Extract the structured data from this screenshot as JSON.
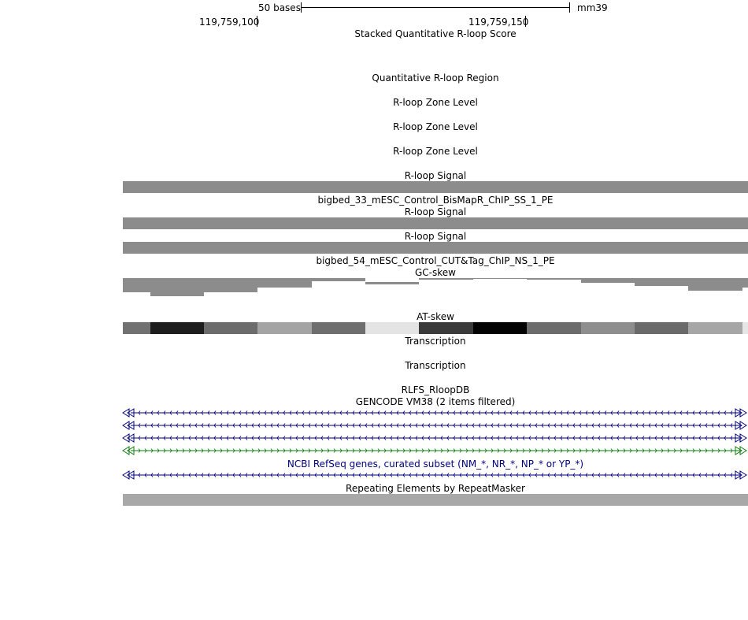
{
  "ruler": {
    "scale_label": "50 bases",
    "assembly": "mm39",
    "pos_left": "119,759,100",
    "pos_right": "119,759,150"
  },
  "tracks": {
    "stacked_qrloop": "Stacked Quantitative R-loop Score",
    "qrloop_region": "Quantitative R-loop Region",
    "zone_level_1": "R-loop Zone Level",
    "zone_level_2": "R-loop Zone Level",
    "zone_level_3": "R-loop Zone Level",
    "signal_1": "R-loop Signal",
    "bigbed_33": "bigbed_33_mESC_Control_BisMapR_ChIP_SS_1_PE",
    "signal_2": "R-loop Signal",
    "signal_3": "R-loop Signal",
    "bigbed_54": "bigbed_54_mESC_Control_CUT&Tag_ChIP_NS_1_PE",
    "gc_skew": "GC-skew",
    "at_skew": "AT-skew",
    "transcription_1": "Transcription",
    "transcription_2": "Transcription",
    "rlfs": "RLFS_RloopDB",
    "gencode": "GENCODE VM38 (2 items filtered)",
    "refseq": "NCBI RefSeq genes, curated subset (NM_*, NR_*, NP_* or YP_*)",
    "repeatmasker": "Repeating Elements by RepeatMasker"
  },
  "colors": {
    "signal_gray": "#8c8c8c",
    "repeat_gray": "#a8a8a8",
    "gene_navy": "#000080",
    "gene_green": "#0a7d0a"
  },
  "gc_skew_cells": [
    {
      "top": 0.0,
      "bottom": 0.45
    },
    {
      "top": 0.0,
      "bottom": 0.58
    },
    {
      "top": 0.0,
      "bottom": 0.45
    },
    {
      "top": 0.0,
      "bottom": 0.3
    },
    {
      "top": 0.0,
      "bottom": 0.1
    },
    {
      "top": 0.12,
      "bottom": 0.2
    },
    {
      "top": 0.0,
      "bottom": 0.05
    },
    {
      "top": 0.0,
      "bottom": 0.02
    },
    {
      "top": 0.0,
      "bottom": 0.05
    },
    {
      "top": 0.0,
      "bottom": 0.16
    },
    {
      "top": 0.0,
      "bottom": 0.26
    },
    {
      "top": 0.0,
      "bottom": 0.4
    },
    {
      "top": 0.0,
      "bottom": 0.3
    }
  ],
  "at_skew_cells": [
    "#717171",
    "#1e1e1e",
    "#6c6c6c",
    "#a4a4a4",
    "#6e6e6e",
    "#e4e4e4",
    "#3a3a3a",
    "#030303",
    "#6c6c6c",
    "#8e8e8e",
    "#6a6a6a",
    "#a6a6a6",
    "#e6e6e6"
  ]
}
